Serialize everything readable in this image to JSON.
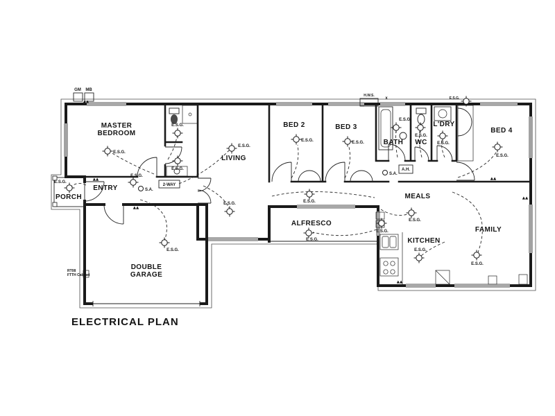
{
  "title": "ELECTRICAL PLAN",
  "rooms": {
    "master_line1": "MASTER",
    "master_line2": "BEDROOM",
    "porch": "PORCH",
    "entry": "ENTRY",
    "garage_line1": "DOUBLE",
    "garage_line2": "GARAGE",
    "living": "LIVING",
    "bed2": "BED 2",
    "bed3": "BED 3",
    "bath": "BATH",
    "wc": "WC",
    "ldry": "L'DRY",
    "bed4": "BED 4",
    "alfresco": "ALFRESCO",
    "meals": "MEALS",
    "kitchen": "KITCHEN",
    "family": "FAMILY"
  },
  "labels": {
    "esg": "E.S.G.",
    "sa": "S.A.",
    "ah": "A.H.",
    "two_way": "2-WAY",
    "gm": "GM",
    "mb": "MB",
    "hws": "H.W.S.",
    "x_mark": "x",
    "ftth_line1": "RT08",
    "ftth_line2": "FTTH Cabinet",
    "gpo_glyph": "▲▲"
  },
  "colors": {
    "line": "#1a1a1a",
    "background": "#ffffff"
  }
}
